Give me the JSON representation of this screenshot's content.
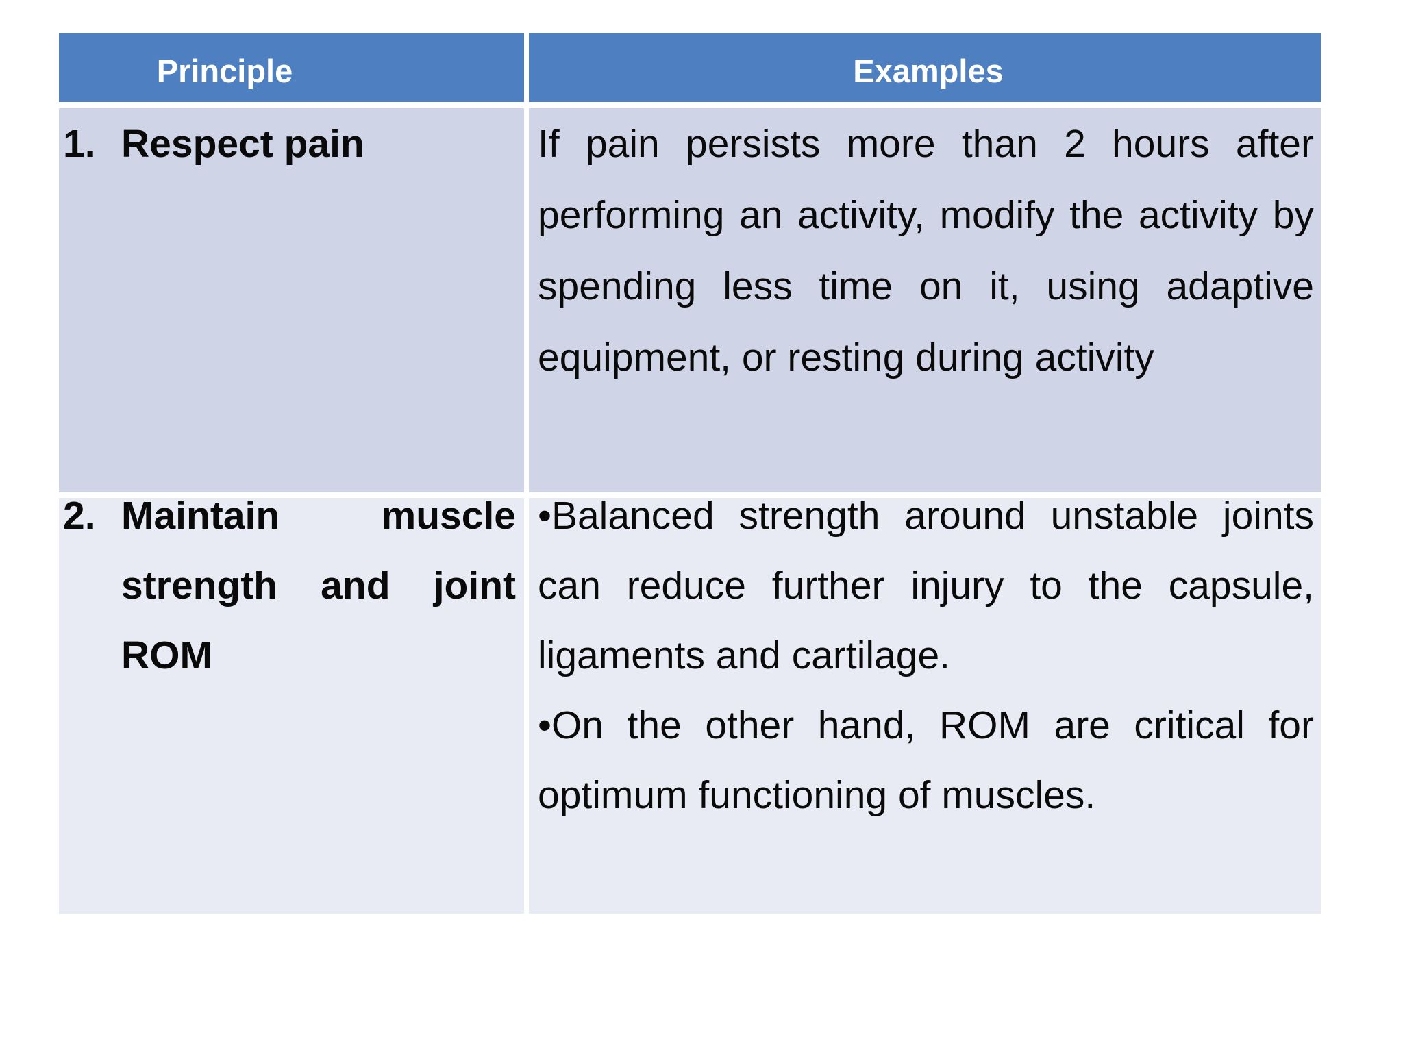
{
  "table": {
    "header": {
      "principle": "Principle",
      "examples": "Examples"
    },
    "rows": [
      {
        "number": "1.",
        "principle_lines": [
          "Respect pain"
        ],
        "example_lines": [
          "If pain persists more than 2 hours after",
          "performing an activity, modify the activity by",
          "spending less time on it, using adaptive",
          "equipment, or resting during activity"
        ]
      },
      {
        "number": "2.",
        "principle_lines": [
          "Maintain muscle",
          "strength and joint",
          "ROM"
        ],
        "example_lines": [
          "•Balanced strength around unstable joints",
          "can reduce further injury to the capsule,",
          "ligaments and cartilage.",
          "•On the other hand, ROM are critical for",
          "optimum functioning of muscles."
        ]
      }
    ],
    "colors": {
      "header_bg": "#4d7fc1",
      "header_text": "#ffffff",
      "row1_bg": "#cfd4e7",
      "row2_bg": "#e9ebf4",
      "body_text": "#0a0a0a",
      "divider": "#ffffff"
    }
  }
}
